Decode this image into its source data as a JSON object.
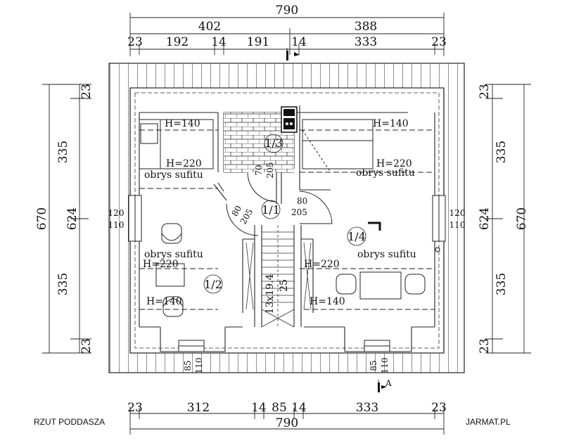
{
  "footer": {
    "left_caption": "RZUT PODDASZA",
    "right_caption": "JARMAT.PL"
  },
  "dims_top": {
    "overall": "790",
    "left_half": "402",
    "right_half": "388",
    "segments": [
      "23",
      "192",
      "14",
      "191",
      "14",
      "333",
      "23"
    ]
  },
  "dims_bottom": {
    "overall": "790",
    "segments": [
      "23",
      "312",
      "14",
      "85",
      "14",
      "333",
      "23"
    ]
  },
  "dims_left": {
    "overall": "670",
    "middle": "624",
    "upper": "335",
    "lower": "335",
    "edge_top": "23",
    "edge_bottom": "23"
  },
  "dims_right": {
    "overall": "670",
    "middle": "624",
    "upper": "335",
    "lower": "335",
    "edge_top": "23",
    "edge_bottom": "23"
  },
  "windows": {
    "side_top": "120",
    "side_bottom": "110",
    "bottom_sill": "85",
    "bottom_height": "110"
  },
  "doors": {
    "d1_w": "70",
    "d1_h": "205",
    "d2_w": "80",
    "d2_h": "205",
    "d3_w": "80",
    "d3_h": "205"
  },
  "rooms": {
    "r1": "1/1",
    "r2": "1/2",
    "r3": "1/3",
    "r4": "1/4"
  },
  "labels": {
    "h140": "H=140",
    "h220": "H=220",
    "ceiling": "obrys sufitu",
    "stairs": "13x19.4",
    "stairs_w": "25",
    "section": "A"
  }
}
